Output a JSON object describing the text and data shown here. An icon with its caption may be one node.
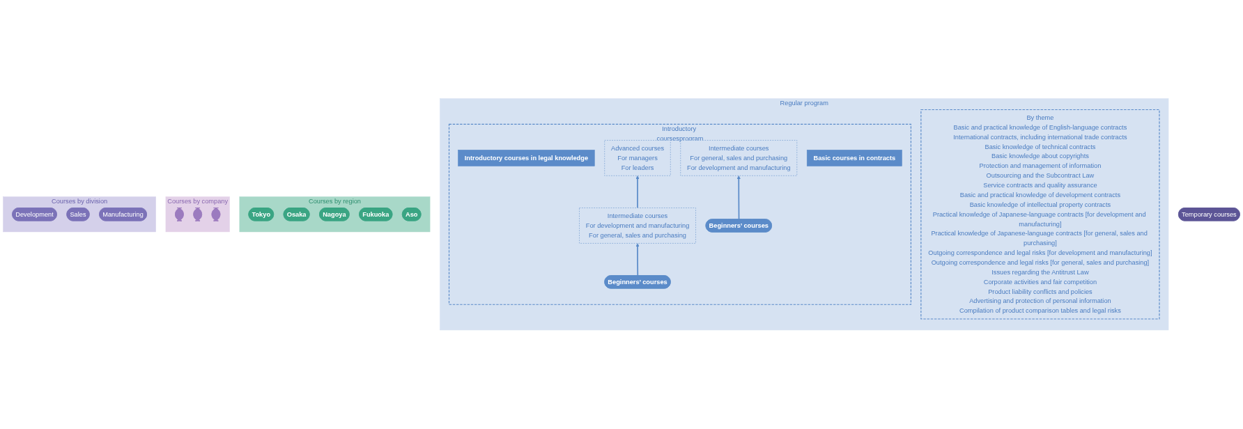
{
  "diagram": {
    "nodes": [
      {
        "text": [
          "Regular program"
        ]
      },
      {
        "text": [
          "Introductory coursesprogram"
        ],
        "in": 0
      },
      {
        "text": [
          "Introductory courses in legal knowledge"
        ],
        "in": 1
      },
      {
        "text": [
          "Advanced courses",
          "For managers",
          "For leaders"
        ],
        "in": 1
      },
      {
        "text": [
          "Intermediate courses",
          "For development and manufacturing",
          "For general, sales and purchasing"
        ],
        "in": 1
      },
      {
        "text": [
          "Beginners’ courses"
        ],
        "in": 1
      },
      {
        "text": [
          "Basic courses in contracts"
        ],
        "in": 1
      },
      {
        "text": [
          "Intermediate courses",
          "For general, sales and purchasing",
          "For development and manufacturing"
        ],
        "in": 1
      },
      {
        "text": [
          "Beginners’ courses"
        ],
        "in": 1
      },
      {
        "text": [
          "By theme",
          "Basic and practical knowledge of English-language contracts",
          "International contracts, including international trade contracts",
          "Basic knowledge of technical contracts",
          "Basic knowledge about copyrights",
          "Protection and management of information",
          "Outsourcing and the Subcontract Law",
          "Service contracts and quality assurance",
          "Basic and practical knowledge of development contracts",
          "Basic knowledge of intellectual property contracts",
          "Practical knowledge of Japanese-language contracts [for development and manufacturing]",
          "Practical knowledge of Japanese-language contracts [for general, sales and purchasing]",
          "Outgoing correspondence and legal risks [for development and manufacturing]",
          "Outgoing correspondence and legal risks [for general, sales and purchasing]",
          "Issues regarding the Antitrust Law",
          "Corporate activities and fair competition",
          "Product liability conflicts and policies",
          "Advertising and protection of personal information",
          "Compilation of product comparison tables and legal risks"
        ],
        "in": 0
      },
      {
        "text": [
          "Courses by region"
        ]
      },
      {
        "text": [
          "Tokyo"
        ],
        "in": 10
      },
      {
        "text": [
          "Osaka"
        ],
        "in": 10
      },
      {
        "text": [
          "Nagoya"
        ],
        "in": 10
      },
      {
        "text": [
          "Fukuoka"
        ],
        "in": 10
      },
      {
        "text": [
          "Aso"
        ],
        "in": 10
      },
      {
        "text": [
          "Courses by company"
        ]
      },
      {
        "text": [],
        "shape": "box",
        "in": 16
      },
      {
        "text": [],
        "shape": "box",
        "in": 16
      },
      {
        "text": [],
        "shape": "box",
        "in": 16
      },
      {
        "text": [
          "Courses by division"
        ]
      },
      {
        "text": [
          "Development"
        ],
        "in": 20
      },
      {
        "text": [
          "Sales"
        ],
        "in": 20
      },
      {
        "text": [
          "Manufacturing"
        ],
        "in": 20
      },
      {
        "text": [
          "Temporary courses"
        ]
      }
    ],
    "edges": [
      {
        "from": 5,
        "to": 4,
        "arrow": "to"
      },
      {
        "from": 4,
        "to": 3,
        "arrow": "to"
      },
      {
        "from": 8,
        "to": 7,
        "arrow": "to"
      }
    ]
  }
}
